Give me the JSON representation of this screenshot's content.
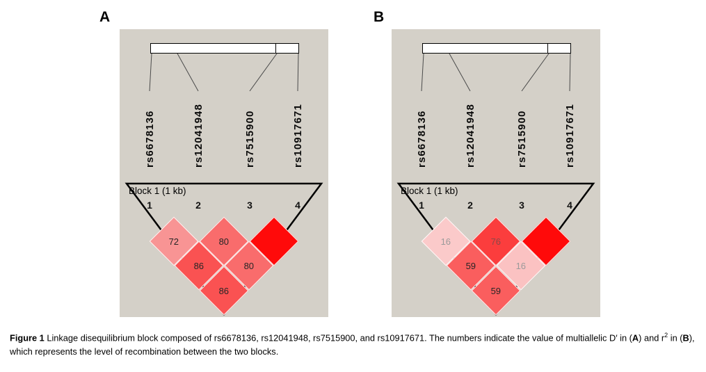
{
  "figure": {
    "panels": [
      {
        "label": "A",
        "metric": "multiallelic D′",
        "snps": [
          "rs6678136",
          "rs12041948",
          "rs7515900",
          "rs10917671"
        ],
        "block_label": "Block 1 (1 kb)",
        "positions": [
          "1",
          "2",
          "3",
          "4"
        ],
        "cells": [
          {
            "pair": "1-2",
            "row": 0,
            "col": 0,
            "value": "72",
            "bg": "#f89494",
            "fg": "#262626"
          },
          {
            "pair": "2-3",
            "row": 0,
            "col": 1,
            "value": "80",
            "bg": "#f96c6c",
            "fg": "#262626"
          },
          {
            "pair": "3-4",
            "row": 0,
            "col": 2,
            "value": "",
            "bg": "#ff0a0a",
            "fg": "#262626"
          },
          {
            "pair": "1-3",
            "row": 1,
            "col": 0,
            "value": "86",
            "bg": "#fa5252",
            "fg": "#262626"
          },
          {
            "pair": "2-4",
            "row": 1,
            "col": 1,
            "value": "80",
            "bg": "#f96c6c",
            "fg": "#262626"
          },
          {
            "pair": "1-4",
            "row": 2,
            "col": 0,
            "value": "86",
            "bg": "#fa5252",
            "fg": "#262626"
          }
        ]
      },
      {
        "label": "B",
        "metric": "r²",
        "snps": [
          "rs6678136",
          "rs12041948",
          "rs7515900",
          "rs10917671"
        ],
        "block_label": "Block 1 (1 kb)",
        "positions": [
          "1",
          "2",
          "3",
          "4"
        ],
        "cells": [
          {
            "pair": "1-2",
            "row": 0,
            "col": 0,
            "value": "16",
            "bg": "#fbcaca",
            "fg": "#9a9a9a"
          },
          {
            "pair": "2-3",
            "row": 0,
            "col": 1,
            "value": "76",
            "bg": "#fb3d3d",
            "fg": "#8a4848"
          },
          {
            "pair": "3-4",
            "row": 0,
            "col": 2,
            "value": "",
            "bg": "#ff0a0a",
            "fg": "#262626"
          },
          {
            "pair": "1-3",
            "row": 1,
            "col": 0,
            "value": "59",
            "bg": "#fa5e5e",
            "fg": "#262626"
          },
          {
            "pair": "2-4",
            "row": 1,
            "col": 1,
            "value": "16",
            "bg": "#fbc2c2",
            "fg": "#9a9a9a"
          },
          {
            "pair": "1-4",
            "row": 2,
            "col": 0,
            "value": "59",
            "bg": "#fa5e5e",
            "fg": "#262626"
          }
        ]
      }
    ],
    "caption": {
      "parts": [
        {
          "t": "Figure 1",
          "b": 1
        },
        {
          "t": " Linkage disequilibrium block composed of rs6678136, rs12041948, rs7515900, and rs10917671. The numbers indicate the value of multiallelic D′ in ("
        },
        {
          "t": "A",
          "b": 1
        },
        {
          "t": ") and r"
        },
        {
          "t": "2",
          "sup": 1
        },
        {
          "t": " in ("
        },
        {
          "t": "B",
          "b": 1
        },
        {
          "t": "), which represents the level of recombination between the two blocks."
        }
      ]
    }
  },
  "chart_data": [
    {
      "type": "heatmap",
      "panel": "A",
      "title": "Linkage disequilibrium block — Panel A",
      "metric": "multiallelic D′",
      "block": "Block 1 (1 kb)",
      "snps": [
        "rs6678136",
        "rs12041948",
        "rs7515900",
        "rs10917671"
      ],
      "pairs": [
        {
          "snps": [
            "rs6678136",
            "rs12041948"
          ],
          "value": 72
        },
        {
          "snps": [
            "rs12041948",
            "rs7515900"
          ],
          "value": 80
        },
        {
          "snps": [
            "rs7515900",
            "rs10917671"
          ],
          "value": null,
          "display": "solid bright red, no number printed"
        },
        {
          "snps": [
            "rs6678136",
            "rs7515900"
          ],
          "value": 86
        },
        {
          "snps": [
            "rs12041948",
            "rs10917671"
          ],
          "value": 80
        },
        {
          "snps": [
            "rs6678136",
            "rs10917671"
          ],
          "value": 86
        }
      ],
      "legend_position": "none",
      "color_scale": "white-pink-red (higher value = more red)"
    },
    {
      "type": "heatmap",
      "panel": "B",
      "title": "Linkage disequilibrium block — Panel B",
      "metric": "r²",
      "block": "Block 1 (1 kb)",
      "snps": [
        "rs6678136",
        "rs12041948",
        "rs7515900",
        "rs10917671"
      ],
      "pairs": [
        {
          "snps": [
            "rs6678136",
            "rs12041948"
          ],
          "value": 16
        },
        {
          "snps": [
            "rs12041948",
            "rs7515900"
          ],
          "value": 76
        },
        {
          "snps": [
            "rs7515900",
            "rs10917671"
          ],
          "value": null,
          "display": "solid bright red, no number printed"
        },
        {
          "snps": [
            "rs6678136",
            "rs7515900"
          ],
          "value": 59
        },
        {
          "snps": [
            "rs12041948",
            "rs10917671"
          ],
          "value": 16
        },
        {
          "snps": [
            "rs6678136",
            "rs10917671"
          ],
          "value": 59
        }
      ],
      "legend_position": "none",
      "color_scale": "white-pink-red (higher value = more red)"
    }
  ]
}
